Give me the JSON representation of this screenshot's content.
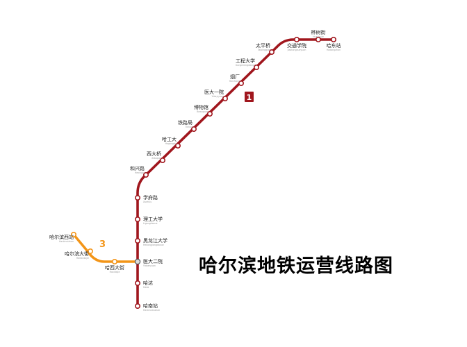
{
  "title": "哈尔滨地铁运营线路图",
  "colors": {
    "line1": "#a0161d",
    "line3": "#f39518",
    "station_fill": "#ffffff",
    "transfer_fill": "#dddddd",
    "badge3_text": "#f39518"
  },
  "lines": [
    {
      "number": "1",
      "color": "#a0161d",
      "stations": [
        {
          "name": "哈南站",
          "pinyin": "Harbinnanzhan"
        },
        {
          "name": "哈达",
          "pinyin": "Hada"
        },
        {
          "name": "医大二院",
          "pinyin": "Yidaeryuan"
        },
        {
          "name": "黑龙江大学",
          "pinyin": "Heilongjiangdaxue"
        },
        {
          "name": "理工大学",
          "pinyin": "Ligongdaxue"
        },
        {
          "name": "学府路",
          "pinyin": "Xuefulu"
        },
        {
          "name": "和兴路",
          "pinyin": "Hexinglu"
        },
        {
          "name": "西大桥",
          "pinyin": "Xidaqiao"
        },
        {
          "name": "哈工大",
          "pinyin": "Hagongda"
        },
        {
          "name": "铁路局",
          "pinyin": "Tieluju"
        },
        {
          "name": "博物馆",
          "pinyin": "Bowuguan"
        },
        {
          "name": "医大一院",
          "pinyin": "Yidayiyuan"
        },
        {
          "name": "烟厂",
          "pinyin": "Yanchang"
        },
        {
          "name": "工程大学",
          "pinyin": "Gongchengdaxue"
        },
        {
          "name": "太平桥",
          "pinyin": "Taipingqiao"
        },
        {
          "name": "交通学院",
          "pinyin": "Jiaotongxueyuan"
        },
        {
          "name": "桦树街",
          "pinyin": "Huashujie"
        },
        {
          "name": "哈东站",
          "pinyin": "Hadongzhan"
        }
      ]
    },
    {
      "number": "3",
      "color": "#f39518",
      "stations": [
        {
          "name": "哈尔滨西站",
          "pinyin": "Harbinxizhan"
        },
        {
          "name": "哈尔滨大街",
          "pinyin": "Harbindajie"
        },
        {
          "name": "哈西大街",
          "pinyin": "Haxidajie"
        },
        {
          "name": "医大二院",
          "pinyin": "Yidaeryuan"
        }
      ]
    }
  ]
}
